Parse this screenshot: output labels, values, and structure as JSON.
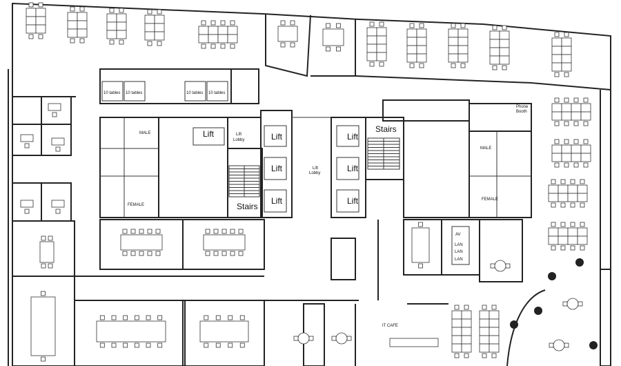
{
  "plan": {
    "storage_labels": [
      "10 tables",
      "10 tables",
      "10 tables",
      "10 tables"
    ],
    "left_core": {
      "lift": "Lift",
      "lift_lobby": [
        "Lift",
        "Lobby"
      ],
      "lifts": [
        "Lift",
        "Lift",
        "Lift"
      ],
      "stairs": "Stairs",
      "male": "MALE",
      "female": "FEMALE"
    },
    "central_lobby": [
      "Lift",
      "Lobby"
    ],
    "right_core": {
      "lifts": [
        "Lift",
        "Lift",
        "Lift"
      ],
      "stairs": "Stairs",
      "male": "MALE",
      "female": "FEMALE",
      "phone_booth": [
        "Phone",
        "Booth"
      ]
    },
    "av_room": {
      "labels": [
        "AV",
        "LAN",
        "LAN",
        "LAN"
      ]
    },
    "it_cafe": "IT CAFE"
  }
}
